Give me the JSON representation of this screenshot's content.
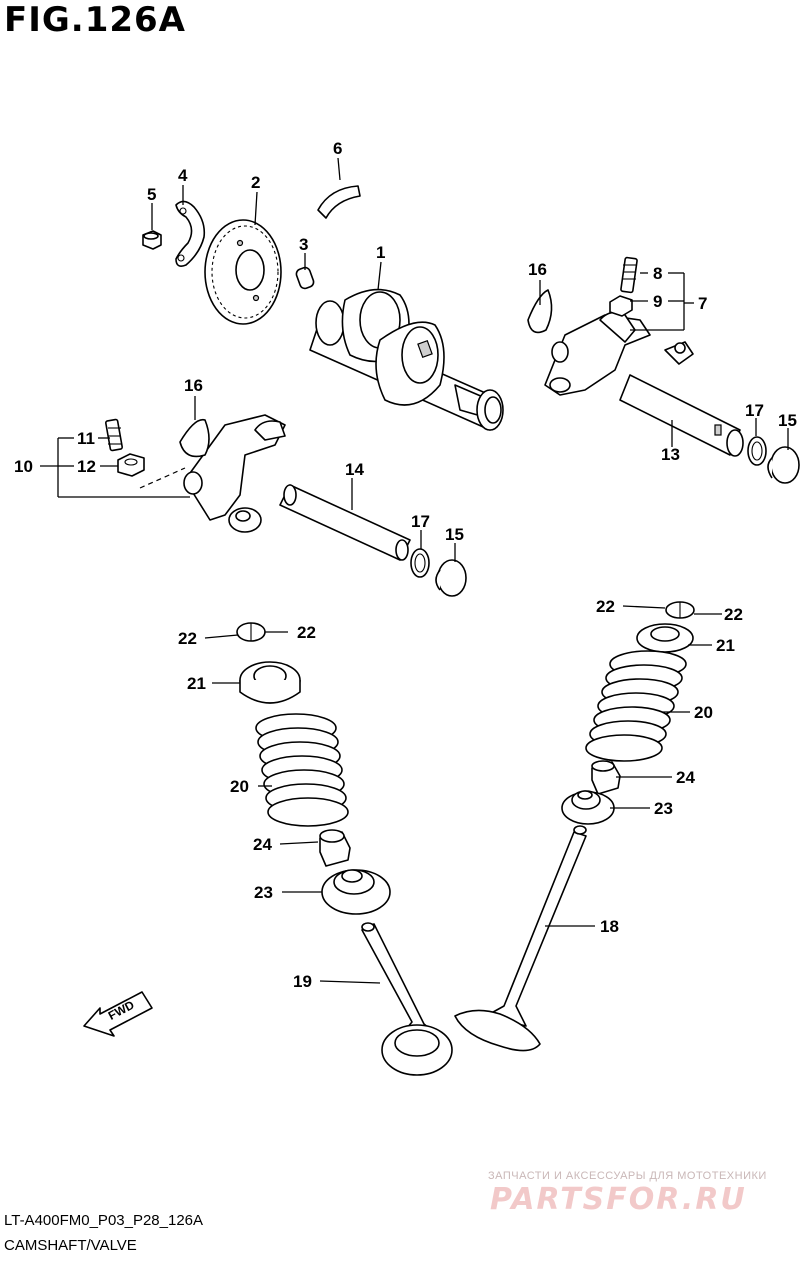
{
  "figure": {
    "title": "FIG.126A",
    "code": "LT-A400FM0_P03_P28_126A",
    "caption": "CAMSHAFT/VALVE",
    "fwd_label": "FWD"
  },
  "callouts": {
    "c1": "1",
    "c2": "2",
    "c3": "3",
    "c4": "4",
    "c5": "5",
    "c6": "6",
    "c7": "7",
    "c8": "8",
    "c9": "9",
    "c10": "10",
    "c11": "11",
    "c12": "12",
    "c13": "13",
    "c14": "14",
    "c15a": "15",
    "c15b": "15",
    "c16a": "16",
    "c16b": "16",
    "c17a": "17",
    "c17b": "17",
    "c18": "18",
    "c19": "19",
    "c20a": "20",
    "c20b": "20",
    "c21a": "21",
    "c21b": "21",
    "c22a": "22",
    "c22b": "22",
    "c22c": "22",
    "c22d": "22",
    "c23a": "23",
    "c23b": "23",
    "c24a": "24",
    "c24b": "24"
  },
  "watermark": {
    "line1": "ЗАПЧАСТИ И АКСЕССУАРЫ ДЛЯ МОТОТЕХНИКИ",
    "logo": "PARTSFOR.RU"
  }
}
